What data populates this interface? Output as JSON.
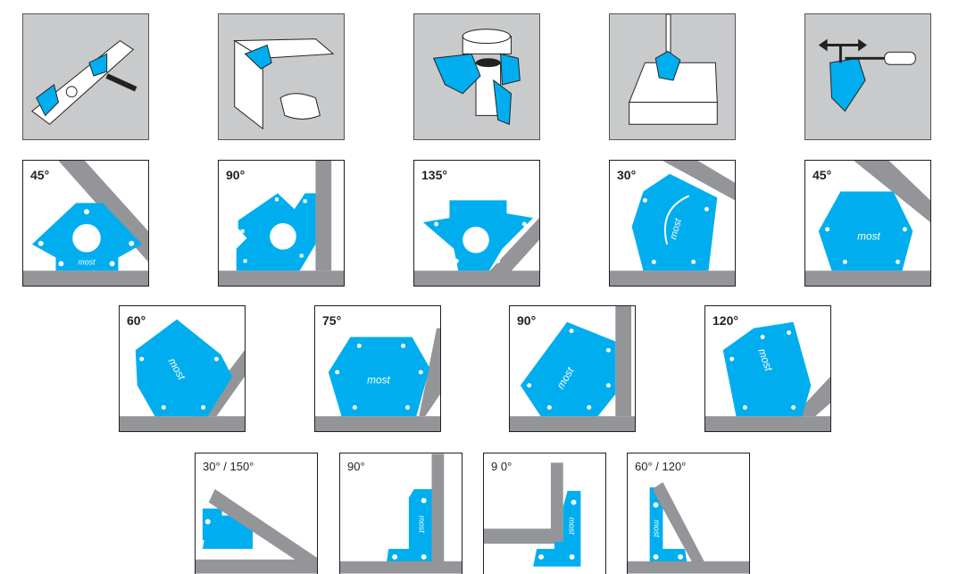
{
  "usage_illustrations": [
    {
      "icon": "welding-corner-icon"
    },
    {
      "icon": "folding-sheet-icon"
    },
    {
      "icon": "pipe-holding-icon"
    },
    {
      "icon": "rod-holding-icon"
    },
    {
      "icon": "screwdriver-release-icon"
    }
  ],
  "row2": [
    {
      "label": "45°"
    },
    {
      "label": "90°"
    },
    {
      "label": "135°"
    },
    {
      "label": "30°"
    },
    {
      "label": "45°"
    }
  ],
  "row3": [
    {
      "label": "60°"
    },
    {
      "label": "75°"
    },
    {
      "label": "90°"
    },
    {
      "label": "120°"
    }
  ],
  "row4": [
    {
      "label": "30° / 150°"
    },
    {
      "label": "90°"
    },
    {
      "label": "9 0°"
    },
    {
      "label": "60° / 120°"
    }
  ],
  "brand": "most",
  "colors": {
    "magnet": "#00aeef",
    "steel": "#939598",
    "usage_bg": "#c9cacc"
  }
}
